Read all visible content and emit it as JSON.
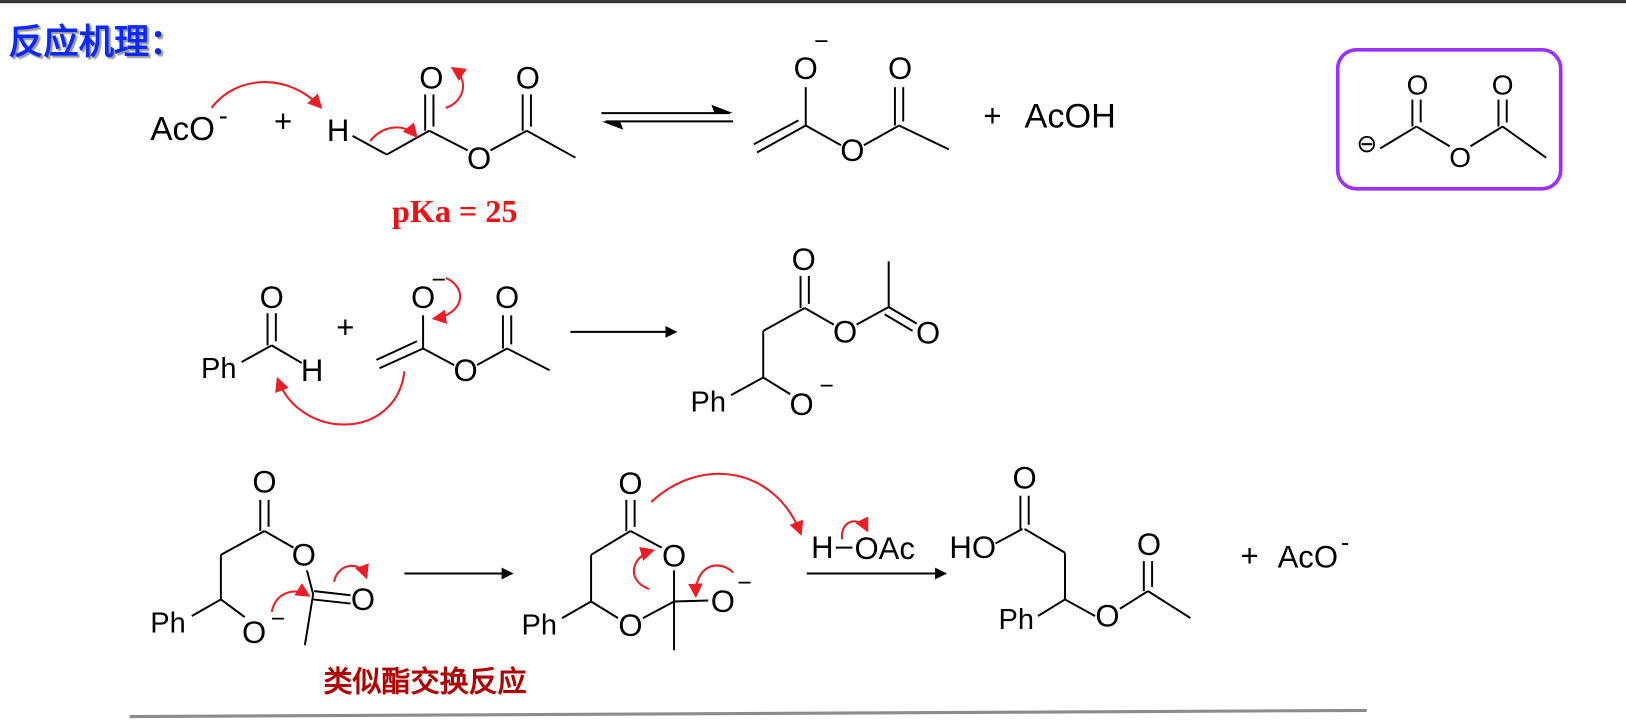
{
  "title": "反应机理：",
  "colors": {
    "title": "#0a2cf5",
    "arrow_red": "#ee1c24",
    "pka": "#ee1111",
    "caption": "#b00000",
    "box": "#9b30ff",
    "rule": "#8c8c8c",
    "top_border": "#333333"
  },
  "row1": {
    "base": {
      "label": "AcO",
      "charge": "-"
    },
    "plus": "+",
    "anhydride": {
      "h": "H",
      "o1": "O",
      "o2": "O",
      "o3": "O"
    },
    "pka": "pKa = 25",
    "enolate": {
      "o1": "O",
      "charge": "−",
      "o2": "O",
      "o3": "O"
    },
    "plus2": "+",
    "coproduct": "AcOH",
    "boxed_anion": {
      "charge": "⊖",
      "o1": "O",
      "o2": "O",
      "o3": "O"
    }
  },
  "row2": {
    "aldehyde": {
      "o": "O",
      "ph": "Ph",
      "h": "H"
    },
    "plus": "+",
    "enolate": {
      "o1": "O",
      "charge": "−",
      "o2": "O",
      "o3": "O"
    },
    "product": {
      "o1": "O",
      "o2": "O",
      "o3": "O",
      "ph": "Ph",
      "o4": "O",
      "charge": "−"
    }
  },
  "row3": {
    "alkoxide": {
      "o1": "O",
      "o2": "O",
      "o3": "O",
      "ph": "Ph",
      "o4": "O",
      "charge": "−"
    },
    "intermediate": {
      "o1": "O",
      "o2": "O",
      "o3": "O",
      "ph": "Ph",
      "o4": "O",
      "charge": "−"
    },
    "reagent": {
      "h": "H",
      "oac": "OAc"
    },
    "product": {
      "ho": "HO",
      "o1": "O",
      "ph": "Ph",
      "o2": "O",
      "o3": "O"
    },
    "plus": "+",
    "coproduct": {
      "label": "AcO",
      "charge": "-"
    },
    "caption": "类似酯交换反应"
  }
}
